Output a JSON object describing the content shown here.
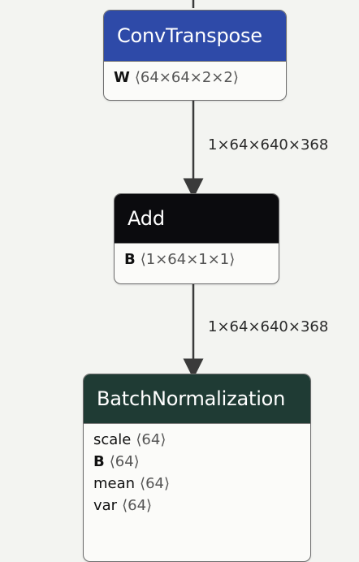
{
  "nodes": {
    "conv_transpose": {
      "title": "ConvTranspose",
      "color": "#2e4aa8",
      "attributes": [
        {
          "name": "W",
          "type": "⟨64×64×2×2⟩"
        }
      ]
    },
    "add": {
      "title": "Add",
      "color": "#0b0b0e",
      "attributes": [
        {
          "name": "B",
          "type": "⟨1×64×1×1⟩"
        }
      ]
    },
    "batch_norm": {
      "title": "BatchNormalization",
      "color": "#1f3b34",
      "attributes": [
        {
          "name": "scale",
          "type": "⟨64⟩"
        },
        {
          "name": "B",
          "type": "⟨64⟩"
        },
        {
          "name": "mean",
          "type": "⟨64⟩"
        },
        {
          "name": "var",
          "type": "⟨64⟩"
        }
      ]
    }
  },
  "edges": [
    {
      "from": "conv_transpose",
      "to": "add",
      "label": "1×64×640×368"
    },
    {
      "from": "add",
      "to": "batch_norm",
      "label": "1×64×640×368"
    }
  ]
}
